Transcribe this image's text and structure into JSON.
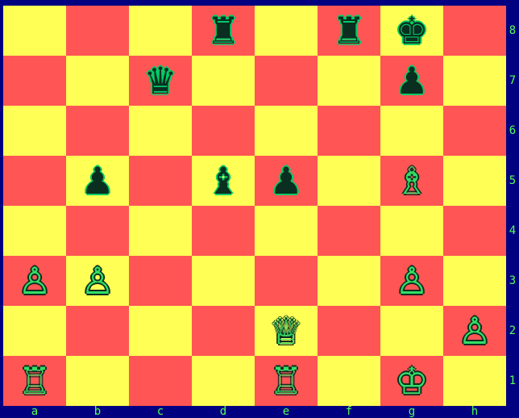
{
  "board": {
    "ranks": [
      "8",
      "7",
      "6",
      "5",
      "4",
      "3",
      "2",
      "1"
    ],
    "files": [
      "a",
      "b",
      "c",
      "d",
      "e",
      "f",
      "g",
      "h"
    ],
    "light_color": "#ffff55",
    "dark_color": "#ff5555",
    "background_color": "#000080",
    "label_color": "#55ff55",
    "pieces": [
      {
        "square": "d8",
        "color": "black",
        "type": "rook"
      },
      {
        "square": "f8",
        "color": "black",
        "type": "rook"
      },
      {
        "square": "g8",
        "color": "black",
        "type": "king"
      },
      {
        "square": "c7",
        "color": "black",
        "type": "queen"
      },
      {
        "square": "g7",
        "color": "black",
        "type": "pawn"
      },
      {
        "square": "b5",
        "color": "black",
        "type": "pawn"
      },
      {
        "square": "d5",
        "color": "black",
        "type": "bishop"
      },
      {
        "square": "e5",
        "color": "black",
        "type": "pawn"
      },
      {
        "square": "g5",
        "color": "white",
        "type": "bishop"
      },
      {
        "square": "a3",
        "color": "white",
        "type": "pawn"
      },
      {
        "square": "b3",
        "color": "white",
        "type": "pawn"
      },
      {
        "square": "g3",
        "color": "white",
        "type": "pawn"
      },
      {
        "square": "e2",
        "color": "white",
        "type": "queen"
      },
      {
        "square": "h2",
        "color": "white",
        "type": "pawn"
      },
      {
        "square": "a1",
        "color": "white",
        "type": "rook"
      },
      {
        "square": "e1",
        "color": "white",
        "type": "rook"
      },
      {
        "square": "g1",
        "color": "white",
        "type": "king"
      }
    ]
  }
}
